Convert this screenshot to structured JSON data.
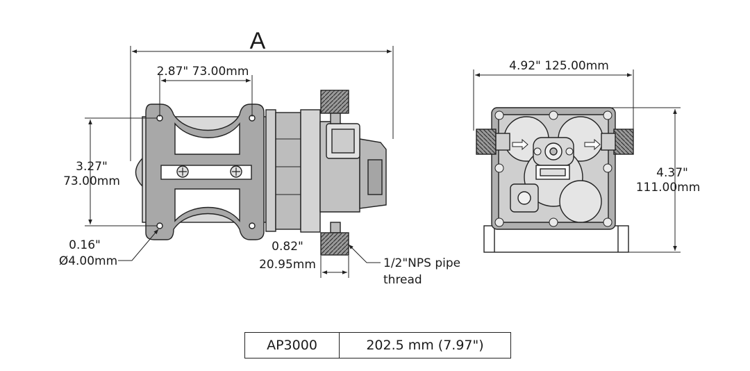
{
  "dimensions": {
    "overall_label": "A",
    "mount_spacing": "2.87\"  73.00mm",
    "mount_height_in": "3.27\"",
    "mount_height_mm": "73.00mm",
    "hole_in": "0.16\"",
    "hole_mm": "Ø4.00mm",
    "port_in": "0.82\"",
    "port_mm": "20.95mm",
    "thread_line1": "1/2\"NPS pipe",
    "thread_line2": "thread",
    "width": "4.92\"  125.00mm",
    "height_in": "4.37\"",
    "height_mm": "111.00mm"
  },
  "spec_table": {
    "model": "AP3000",
    "length": "202.5 mm (7.97\")"
  },
  "colors": {
    "line": "#222222",
    "fill_dark": "#8a8a8a",
    "fill_mid": "#b5b5b5",
    "fill_light": "#d6d6d6"
  }
}
